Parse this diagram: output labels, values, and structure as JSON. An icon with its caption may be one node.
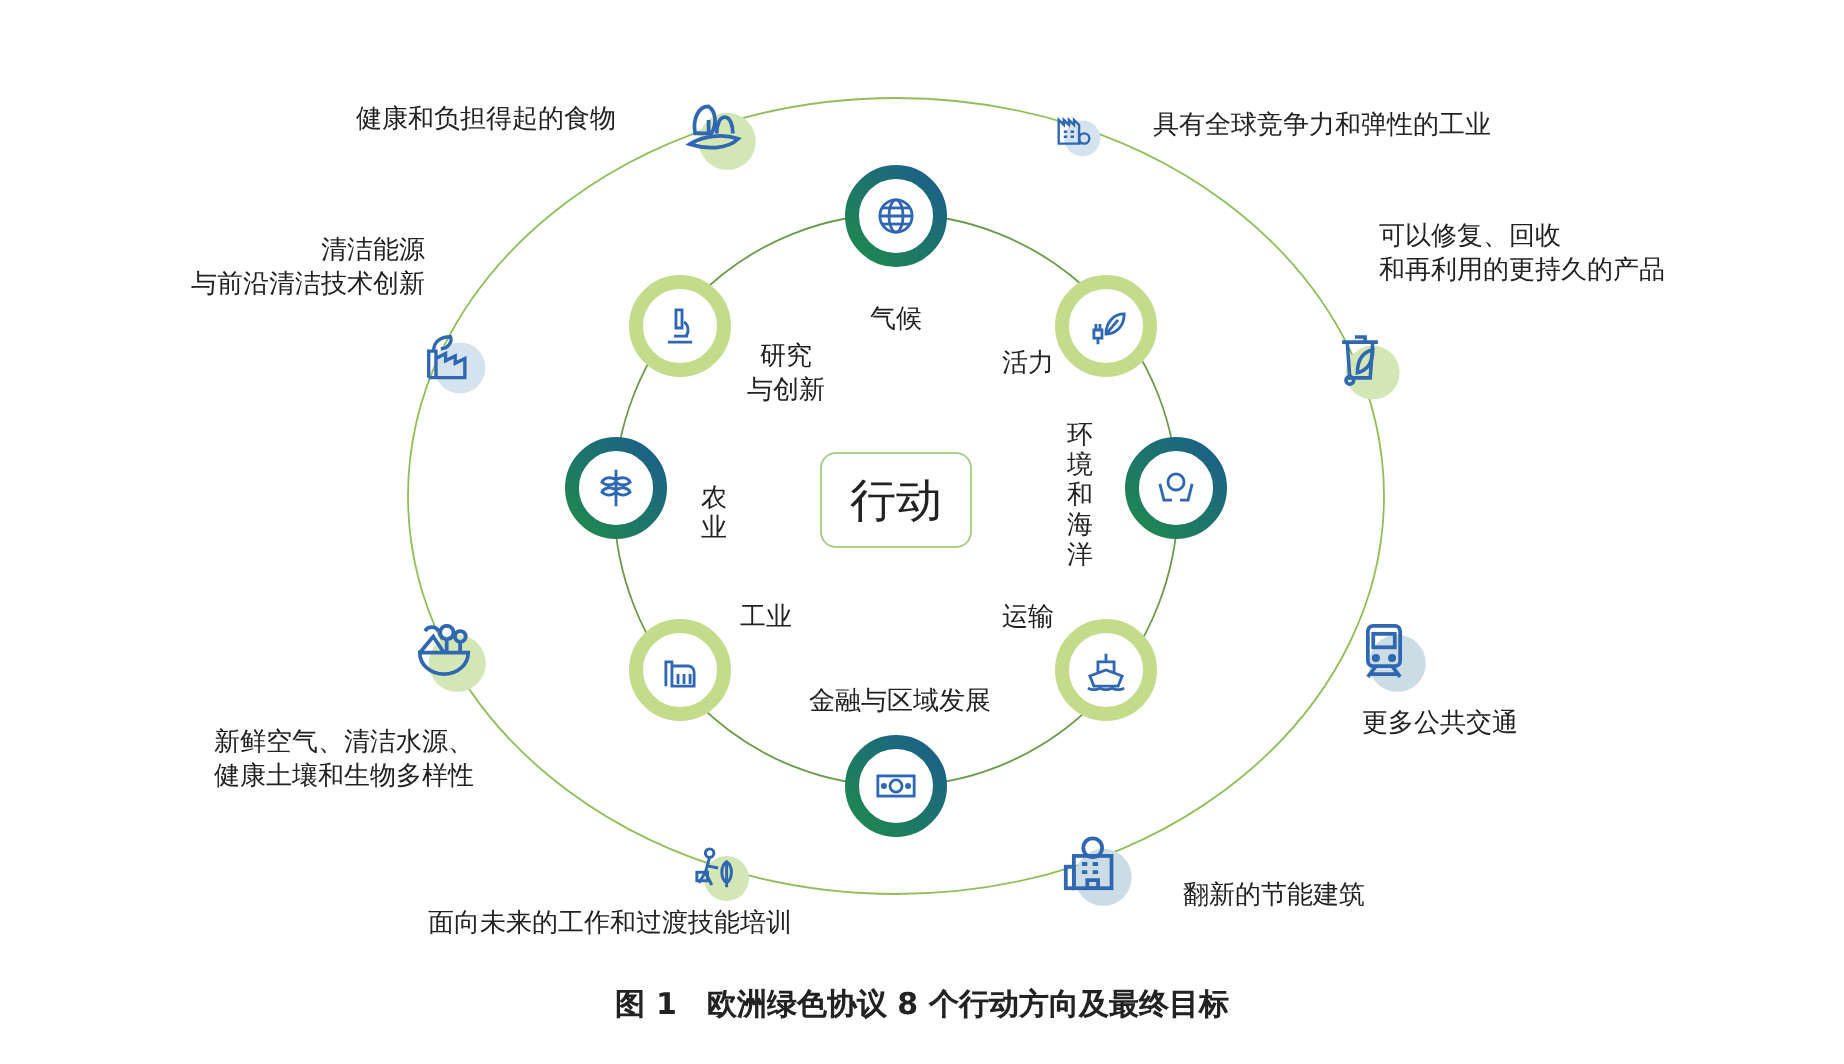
{
  "diagram": {
    "caption": "图 1　欧洲绿色协议 8 个行动方向及最终目标",
    "nodes": [
      {
        "text": [
          "行动"
        ]
      },
      {
        "text": [],
        "shape": "circle",
        "beside": [
          "气候"
        ]
      },
      {
        "text": [],
        "shape": "circle",
        "beside": [
          "研究与创新"
        ]
      },
      {
        "text": [],
        "shape": "circle",
        "beside": [
          "活力"
        ]
      },
      {
        "text": [],
        "shape": "circle",
        "beside": [
          "农业"
        ]
      },
      {
        "text": [],
        "shape": "circle",
        "beside": [
          "环境和海洋"
        ]
      },
      {
        "text": [],
        "shape": "circle",
        "beside": [
          "工业"
        ]
      },
      {
        "text": [],
        "shape": "circle",
        "beside": [
          "运输"
        ]
      },
      {
        "text": [],
        "shape": "circle",
        "beside": [
          "金融与区域发展"
        ]
      },
      {
        "text": [],
        "shape": "circle",
        "beside": [
          "健康和负担得起的食物"
        ]
      },
      {
        "text": [],
        "shape": "circle",
        "beside": [
          "具有全球竞争力和弹性的工业"
        ]
      },
      {
        "text": [],
        "shape": "circle",
        "beside": [
          "清洁能源与前沿清洁技术创新"
        ]
      },
      {
        "text": [],
        "shape": "circle",
        "beside": [
          "可以修复、回收和再利用的更持久的产品"
        ]
      },
      {
        "text": [],
        "shape": "circle",
        "beside": [
          "新鲜空气、清洁水源、健康土壤和生物多样性"
        ]
      },
      {
        "text": [],
        "shape": "circle",
        "beside": [
          "更多公共交通"
        ]
      },
      {
        "text": [],
        "shape": "circle",
        "beside": [
          "面向未来的工作和过渡技能培训"
        ]
      },
      {
        "text": [],
        "shape": "circle",
        "beside": [
          "翻新的节能建筑"
        ]
      }
    ]
  }
}
